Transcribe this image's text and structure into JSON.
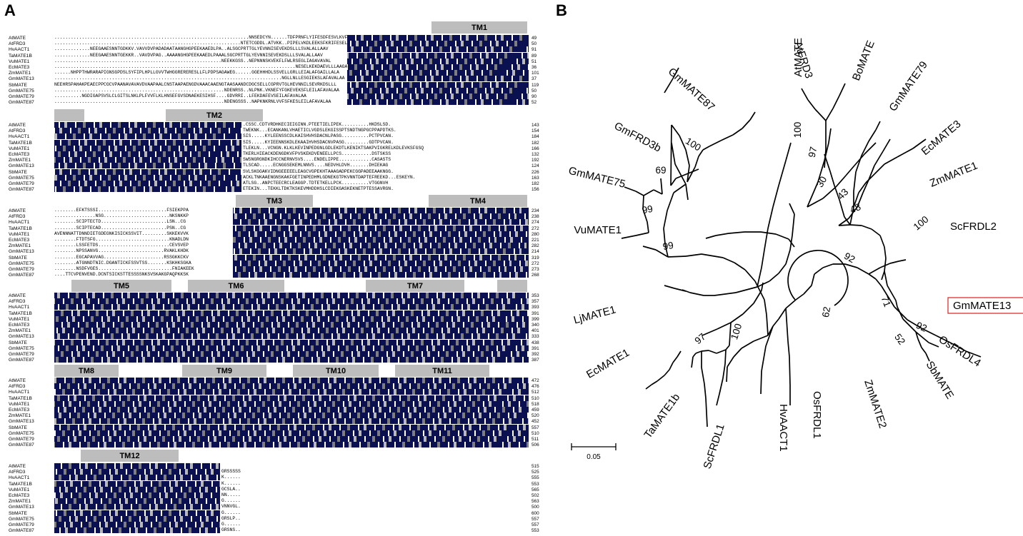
{
  "panels": {
    "a": "A",
    "b": "B"
  },
  "blocks": [
    {
      "tms": [
        {
          "label": "TM1"
        }
      ],
      "rows": [
        {
          "name": "AtMATE",
          "pre": ".......................................................................NNSEDCYN......TDFPRNFLYIFESDFESVLKVFFELLEILAFSAILLALA",
          "tail": "",
          "pos": "49"
        },
        {
          "name": "AtFRD3",
          "pre": "....................................................................NTETCGDDL.ATVKK..PIPELVKDLEEKSFKRIFESELGISLAFAVALAAAV",
          "tail": "",
          "pos": "50"
        },
        {
          "name": "HvAACT1",
          "pre": ".............NEEGAAESNNTGDKKV.VAVVDVPADADAATAANGHGPEEKAAEDLPA..ALSGCPRTTGLYEVNNISEVEKDSLLLSVALALLAAV",
          "tail": "",
          "pos": "91"
        },
        {
          "name": "TaMATE1B",
          "pre": ".............NEEGAAESNNTGEKKR..VAVDVPAG..AAAANGHGPEEKAAEDLPAAALSGCPRTTGLYEVNNISEVEKDSLLLSVALALLAAV",
          "tail": "",
          "pos": "89"
        },
        {
          "name": "VuMATE1",
          "pre": ".............................................................NEEKKGSS..NEPNNNSKVEKFLFWLRSEGLIAGAVAVAL",
          "tail": "",
          "pos": "51"
        },
        {
          "name": "EcMATE3",
          "pre": "........................................................................................NESELKEKDAEVLLLAAGAVALAAV",
          "tail": "",
          "pos": "36"
        },
        {
          "name": "ZmMATE1",
          "pre": "......NHPPTHWRARAPIGNSGPDSLSYFIPLHPLLGVVTWHGGRERERESLLFLPDPSAGAWEG......GGEHHHDLSSVELLGRLLEIALAFGAILLALA",
          "tail": "",
          "pos": "101"
        },
        {
          "name": "GmMATE13",
          "pre": "...................................................................................NGLLNLLESGIEKSLAFAVALAA",
          "tail": "",
          "pos": "37"
        },
        {
          "name": "SbMATE",
          "pre": "NEEHRSPAHAKPEAECPPCGCVPAANAVAVAVDVAAPAALCNSTAAPAENGDVAAACAAENGTAASAANDCDGCSELLCGPRVTGLHEVNNILSEVRKDSLLL",
          "tail": "",
          "pos": "119"
        },
        {
          "name": "GmMATE75",
          "pre": "..............................................................NDENRSS..NLPNK.VKNEFYFGKEVEKSFLEILAFAVALAA",
          "tail": "",
          "pos": "50"
        },
        {
          "name": "GmMATE79",
          "pre": "..........NGDIGAPSVSLCLGITSLNKLPLFVVFLKLHNSEFGVSDNAEKESIHSF....GDVRRI..LFEKDAFEVSEILAFAVALAA",
          "tail": "",
          "pos": "90"
        },
        {
          "name": "GmMATE87",
          "pre": "..............................................................NDENGSSS..NAPKNKRNLVVFSFKESLEILAFAVALAA",
          "tail": "",
          "pos": "52"
        }
      ]
    },
    {
      "tms": [
        {
          "label": ""
        },
        {
          "label": "TM2"
        }
      ],
      "rows": [
        {
          "name": "AtMATE",
          "pre": "",
          "tail": ".CSSC.CDTVRDHKECIEIGINN.PTEETIELIPEK..........HKDSLSD.",
          "pos": "143"
        },
        {
          "name": "AtFRD3",
          "pre": "",
          "tail": "TWEKNK...ECANKANLVHAETICLVGDSLEKGISSPTSNDTNGPGCPPAPDTKS.",
          "pos": "154"
        },
        {
          "name": "HvAACT1",
          "pre": "",
          "tail": "SIS.....KYLEENSSCDLKAISHVHSDACNLPASG..........PCTPVCAN.",
          "pos": "184"
        },
        {
          "name": "TaMATE1B",
          "pre": "",
          "tail": "SIS.....KYIEENNSKDLEKAAIHVHSDACNVPASG.........GDTPVCAN.",
          "pos": "182"
        },
        {
          "name": "VuMATE1",
          "pre": "",
          "tail": "TLEKLN...VCNGN.KLKLKEVINPEDGNLGDLEKDTLKENIKTSAKPVIGKRELKDLEVKSFGSQ",
          "pos": "166"
        },
        {
          "name": "EcMATE3",
          "pre": "",
          "tail": "TKERLHIEACKDENGDKVFPVSKEKDVENEELLPCS...........DSTSKSS",
          "pos": "132"
        },
        {
          "name": "ZmMATE1",
          "pre": "",
          "tail": "SWSNGRGNDKIHCCNERNVSVS....ENDELIPPE............CASASTS",
          "pos": "192"
        },
        {
          "name": "GmMATE13",
          "pre": "",
          "tail": "TLSCAD.....ECNGGSEKEMLNNVS....NEDVHLDVH.......DHIEKAG",
          "pos": "124"
        },
        {
          "name": "SbMATE",
          "pre": "",
          "tail": "SVLSKGGAKVIDNGEEEEELEAGCVGPEKHTAAAGADPEKCGGPADEEAAKNGG.",
          "pos": "226"
        },
        {
          "name": "GmMATE75",
          "pre": "",
          "tail": "ACKLTNKAAENGNSKAKFGETINPEDHMLGDNEKGTPKVNNTDAPTEFREEKD...ESKEYN.",
          "pos": "163"
        },
        {
          "name": "GmMATE79",
          "pre": "",
          "tail": "ATLSG..ANPCTEECRCLEAGGP.TDTETKELLPCK..........VTGGNVH",
          "pos": "182"
        },
        {
          "name": "GmMATE87",
          "pre": "",
          "tail": "ETEKIN...TEKKLTDKTKSKEVMHDDHSLCDIEKGASKEKNETPTESSAVRGN.",
          "pos": "156"
        }
      ]
    },
    {
      "tms": [
        {
          "label": "TM3"
        },
        {
          "label": "TM4"
        }
      ],
      "rows": [
        {
          "name": "AtMATE",
          "pre": "........EFKTSSSI.........................FSIEKPPA",
          "tail": "",
          "pos": "234"
        },
        {
          "name": "AtFRD3",
          "pre": "...............NSG........................NKSNKKP",
          "tail": "",
          "pos": "238"
        },
        {
          "name": "HvAACT1",
          "pre": "........SCIPTECTD........................LSN..CG",
          "tail": "",
          "pos": "274"
        },
        {
          "name": "TaMATE1B",
          "pre": "........SCIPTECAD........................PSN..CG",
          "tail": "",
          "pos": "272"
        },
        {
          "name": "VuMATE1",
          "pre": "AVENNNATTDNNDIETGDEGNKISICKSSVIT.........SKKEKVVK",
          "tail": "",
          "pos": "280"
        },
        {
          "name": "EcMATE3",
          "pre": "........FTDTSFG...........................KNADLDN",
          "tail": "",
          "pos": "221"
        },
        {
          "name": "ZmMATE1",
          "pre": "........LSSFETDS..........................CEVSVEP",
          "tail": "",
          "pos": "282"
        },
        {
          "name": "GmMATE13",
          "pre": "........NPSSANVG........................RVAKLKHDK",
          "tail": "",
          "pos": "214"
        },
        {
          "name": "SbMATE",
          "pre": "........EGCAPAVVAG......................RSSGKKCKV",
          "tail": "",
          "pos": "319"
        },
        {
          "name": "GmMATE75",
          "pre": "........ATGNNDTNIC.DGANTICKFSSVTSS.......KSKHKSGKA",
          "tail": "",
          "pos": "272"
        },
        {
          "name": "GmMATE79",
          "pre": "........NSDFVGES...........................FNIAKEEK",
          "tail": "",
          "pos": "273"
        },
        {
          "name": "GmMATE87",
          "pre": "....TTCVPENVEND.DCNTSICKSTTESSSSNKSVSKAKGPAQPKKSK",
          "tail": "",
          "pos": "268"
        }
      ]
    },
    {
      "tms": [
        {
          "label": "TM5"
        },
        {
          "label": "TM6"
        },
        {
          "label": "TM7"
        },
        {
          "label": ""
        }
      ],
      "rows": [
        {
          "name": "AtMATE",
          "pre": "",
          "tail": "",
          "pos": "353"
        },
        {
          "name": "AtFRD3",
          "pre": "",
          "tail": "",
          "pos": "357"
        },
        {
          "name": "HvAACT1",
          "pre": "",
          "tail": "",
          "pos": "393"
        },
        {
          "name": "TaMATE1B",
          "pre": "",
          "tail": "",
          "pos": "391"
        },
        {
          "name": "VuMATE1",
          "pre": "",
          "tail": "",
          "pos": "399"
        },
        {
          "name": "EcMATE3",
          "pre": "",
          "tail": "",
          "pos": "340"
        },
        {
          "name": "ZmMATE1",
          "pre": "",
          "tail": "",
          "pos": "401"
        },
        {
          "name": "GmMATE13",
          "pre": "",
          "tail": "",
          "pos": "333"
        },
        {
          "name": "SbMATE",
          "pre": "",
          "tail": "",
          "pos": "438"
        },
        {
          "name": "GmMATE75",
          "pre": "",
          "tail": "",
          "pos": "391"
        },
        {
          "name": "GmMATE79",
          "pre": "",
          "tail": "",
          "pos": "392"
        },
        {
          "name": "GmMATE87",
          "pre": "",
          "tail": "",
          "pos": "387"
        }
      ]
    },
    {
      "tms": [
        {
          "label": "TM8"
        },
        {
          "label": "TM9"
        },
        {
          "label": "TM10"
        },
        {
          "label": "TM11"
        }
      ],
      "rows": [
        {
          "name": "AtMATE",
          "pre": "",
          "tail": "",
          "pos": "472"
        },
        {
          "name": "AtFRD3",
          "pre": "",
          "tail": "",
          "pos": "476"
        },
        {
          "name": "HvAACT1",
          "pre": "",
          "tail": "",
          "pos": "512"
        },
        {
          "name": "TaMATE1B",
          "pre": "",
          "tail": "",
          "pos": "510"
        },
        {
          "name": "VuMATE1",
          "pre": "",
          "tail": "",
          "pos": "518"
        },
        {
          "name": "EcMATE3",
          "pre": "",
          "tail": "",
          "pos": "459"
        },
        {
          "name": "ZmMATE1",
          "pre": "",
          "tail": "",
          "pos": "520"
        },
        {
          "name": "GmMATE13",
          "pre": "",
          "tail": "",
          "pos": "452"
        },
        {
          "name": "SbMATE",
          "pre": "",
          "tail": "",
          "pos": "557"
        },
        {
          "name": "GmMATE75",
          "pre": "",
          "tail": "",
          "pos": "510"
        },
        {
          "name": "GmMATE79",
          "pre": "",
          "tail": "",
          "pos": "511"
        },
        {
          "name": "GmMATE87",
          "pre": "",
          "tail": "",
          "pos": "506"
        }
      ]
    },
    {
      "tms": [
        {
          "label": "TM12"
        }
      ],
      "rows": [
        {
          "name": "AtMATE",
          "pre": "",
          "tail": "",
          "pos": "515"
        },
        {
          "name": "AtFRD3",
          "pre": "",
          "tail": "GRSSSSS",
          "pos": "525"
        },
        {
          "name": "HvAACT1",
          "pre": "",
          "tail": "K......",
          "pos": "555"
        },
        {
          "name": "TaMATE1B",
          "pre": "",
          "tail": "K......",
          "pos": "553"
        },
        {
          "name": "VuMATE1",
          "pre": "",
          "tail": "GCSLA..",
          "pos": "565"
        },
        {
          "name": "EcMATE3",
          "pre": "",
          "tail": "NN.....",
          "pos": "502"
        },
        {
          "name": "ZmMATE1",
          "pre": "",
          "tail": "G......",
          "pos": "563"
        },
        {
          "name": "GmMATE13",
          "pre": "",
          "tail": "VNNVGL.",
          "pos": "500"
        },
        {
          "name": "SbMATE",
          "pre": "",
          "tail": "G......",
          "pos": "600"
        },
        {
          "name": "GmMATE75",
          "pre": "",
          "tail": "GRSLP..",
          "pos": "557"
        },
        {
          "name": "GmMATE79",
          "pre": "",
          "tail": "G......",
          "pos": "557"
        },
        {
          "name": "GmMATE87",
          "pre": "",
          "tail": "GRSNS..",
          "pos": "553"
        }
      ]
    }
  ],
  "tree": {
    "leaves": [
      {
        "name": "AtFRD3"
      },
      {
        "name": "AtMATE"
      },
      {
        "name": "BoMATE"
      },
      {
        "name": "GmMATE79"
      },
      {
        "name": "EcMATE3"
      },
      {
        "name": "ZmMATE1"
      },
      {
        "name": "ScFRDL2"
      },
      {
        "name": "GmMATE13",
        "highlight": true,
        "highlight_color": "#e02020"
      },
      {
        "name": "OsFRDL4"
      },
      {
        "name": "SbMATE"
      },
      {
        "name": "ZmMATE2"
      },
      {
        "name": "OsFRDL1"
      },
      {
        "name": "HvAACT1"
      },
      {
        "name": "ScFRDL1"
      },
      {
        "name": "TaMATE1b"
      },
      {
        "name": "EcMATE1"
      },
      {
        "name": "LjMATE1"
      },
      {
        "name": "VuMATE1"
      },
      {
        "name": "GmMATE75"
      },
      {
        "name": "GmFRD3b"
      },
      {
        "name": "GmMATE87"
      }
    ],
    "bootstrap": [
      "100",
      "97",
      "30",
      "43",
      "48",
      "100",
      "92",
      "92",
      "52",
      "71",
      "62",
      "100",
      "97",
      "99",
      "99",
      "69",
      "100"
    ],
    "scale_bar": "0.05"
  }
}
